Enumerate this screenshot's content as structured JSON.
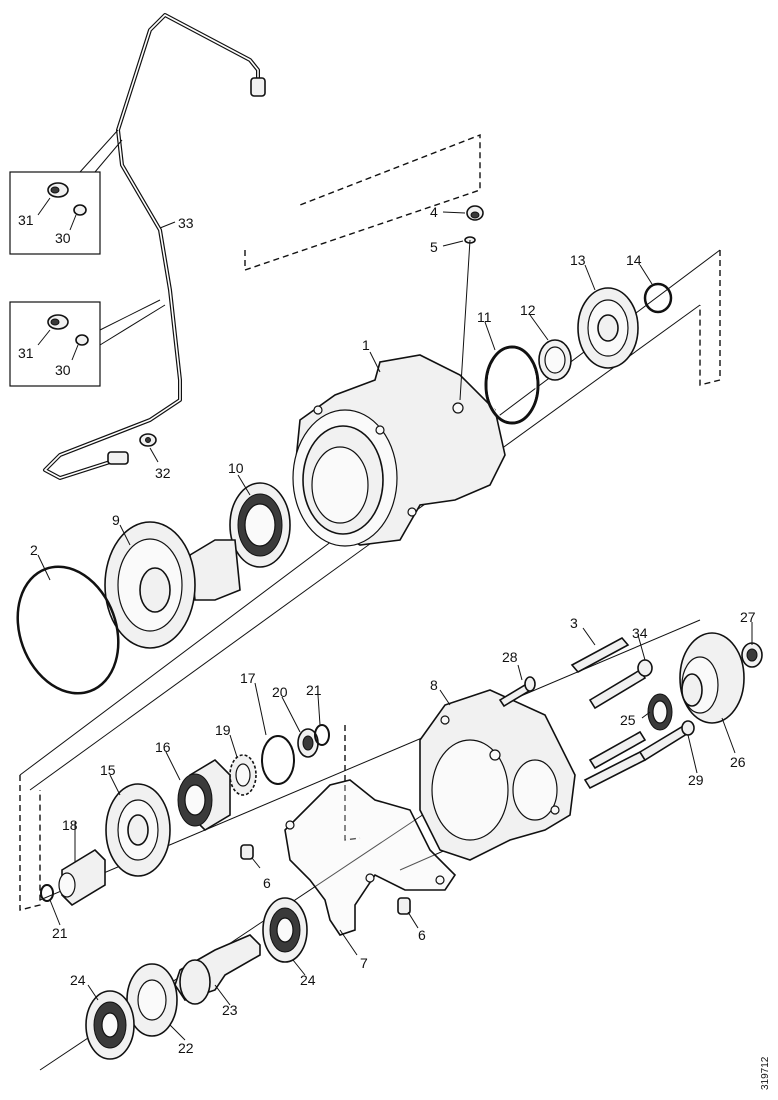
{
  "figure": {
    "doc_id": "319712"
  },
  "callouts": {
    "c1": "1",
    "c2": "2",
    "c3": "3",
    "c4": "4",
    "c5": "5",
    "c6a": "6",
    "c6b": "6",
    "c7": "7",
    "c8": "8",
    "c9": "9",
    "c10": "10",
    "c11": "11",
    "c12": "12",
    "c13": "13",
    "c14": "14",
    "c15": "15",
    "c16": "16",
    "c17": "17",
    "c18": "18",
    "c19": "19",
    "c20": "20",
    "c21a": "21",
    "c21b": "21",
    "c22": "22",
    "c23": "23",
    "c24a": "24",
    "c24b": "24",
    "c25": "25",
    "c26": "26",
    "c27": "27",
    "c28": "28",
    "c29": "29",
    "c30a": "30",
    "c30b": "30",
    "c31a": "31",
    "c31b": "31",
    "c32": "32",
    "c33": "33",
    "c34": "34"
  }
}
